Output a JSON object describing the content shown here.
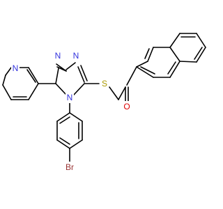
{
  "molecule": {
    "atoms": [
      {
        "id": "n1",
        "text": "N",
        "color": "#3333dd"
      },
      {
        "id": "n2",
        "text": "N",
        "color": "#3333dd"
      },
      {
        "id": "n3",
        "text": "N",
        "color": "#3333dd"
      },
      {
        "id": "n_pyr",
        "text": "N",
        "color": "#3333dd"
      },
      {
        "id": "s1",
        "text": "S",
        "color": "#aa9900"
      },
      {
        "id": "o1",
        "text": "O",
        "color": "#dd0000"
      },
      {
        "id": "br1",
        "text": "Br",
        "color": "#993333"
      }
    ]
  }
}
